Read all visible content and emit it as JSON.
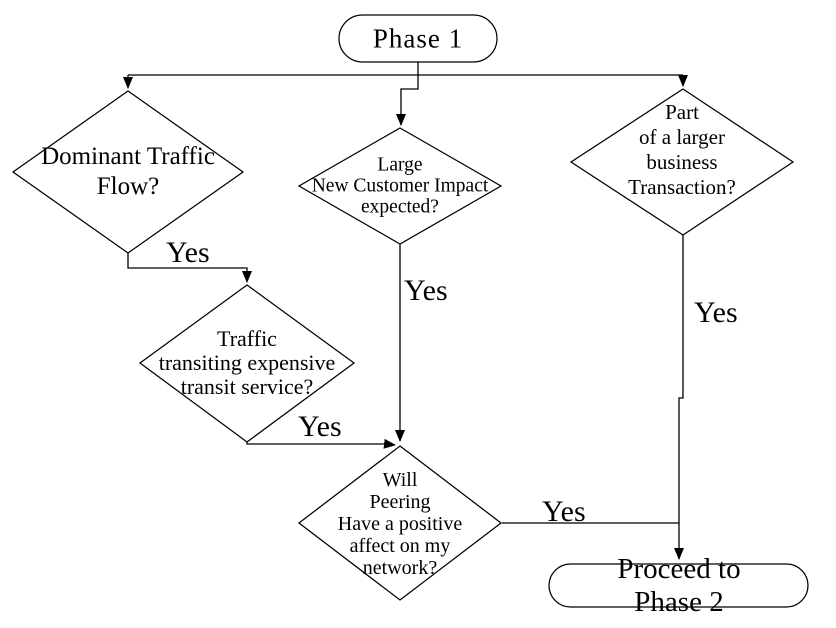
{
  "diagram": {
    "background_color": "#ffffff",
    "line_color": "#000000",
    "nodes": {
      "phase1": {
        "type": "terminator",
        "label": "Phase 1"
      },
      "dominant_traffic": {
        "type": "decision",
        "label": "Dominant Traffic\nFlow?"
      },
      "new_customer_impact": {
        "type": "decision",
        "label": "Large\nNew Customer Impact\nexpected?"
      },
      "larger_transaction": {
        "type": "decision",
        "label": "Part\nof a larger\nbusiness Transaction?"
      },
      "expensive_transit": {
        "type": "decision",
        "label": "Traffic\ntransiting expensive\ntransit service?"
      },
      "positive_peering": {
        "type": "decision",
        "label": "Will\nPeering\nHave a positive\naffect on my\nnetwork?"
      },
      "proceed_phase2": {
        "type": "terminator",
        "label": "Proceed to Phase 2"
      }
    },
    "edge_labels": {
      "dominant_yes": "Yes",
      "transit_yes": "Yes",
      "impact_yes": "Yes",
      "transaction_yes": "Yes",
      "peering_yes": "Yes"
    }
  }
}
